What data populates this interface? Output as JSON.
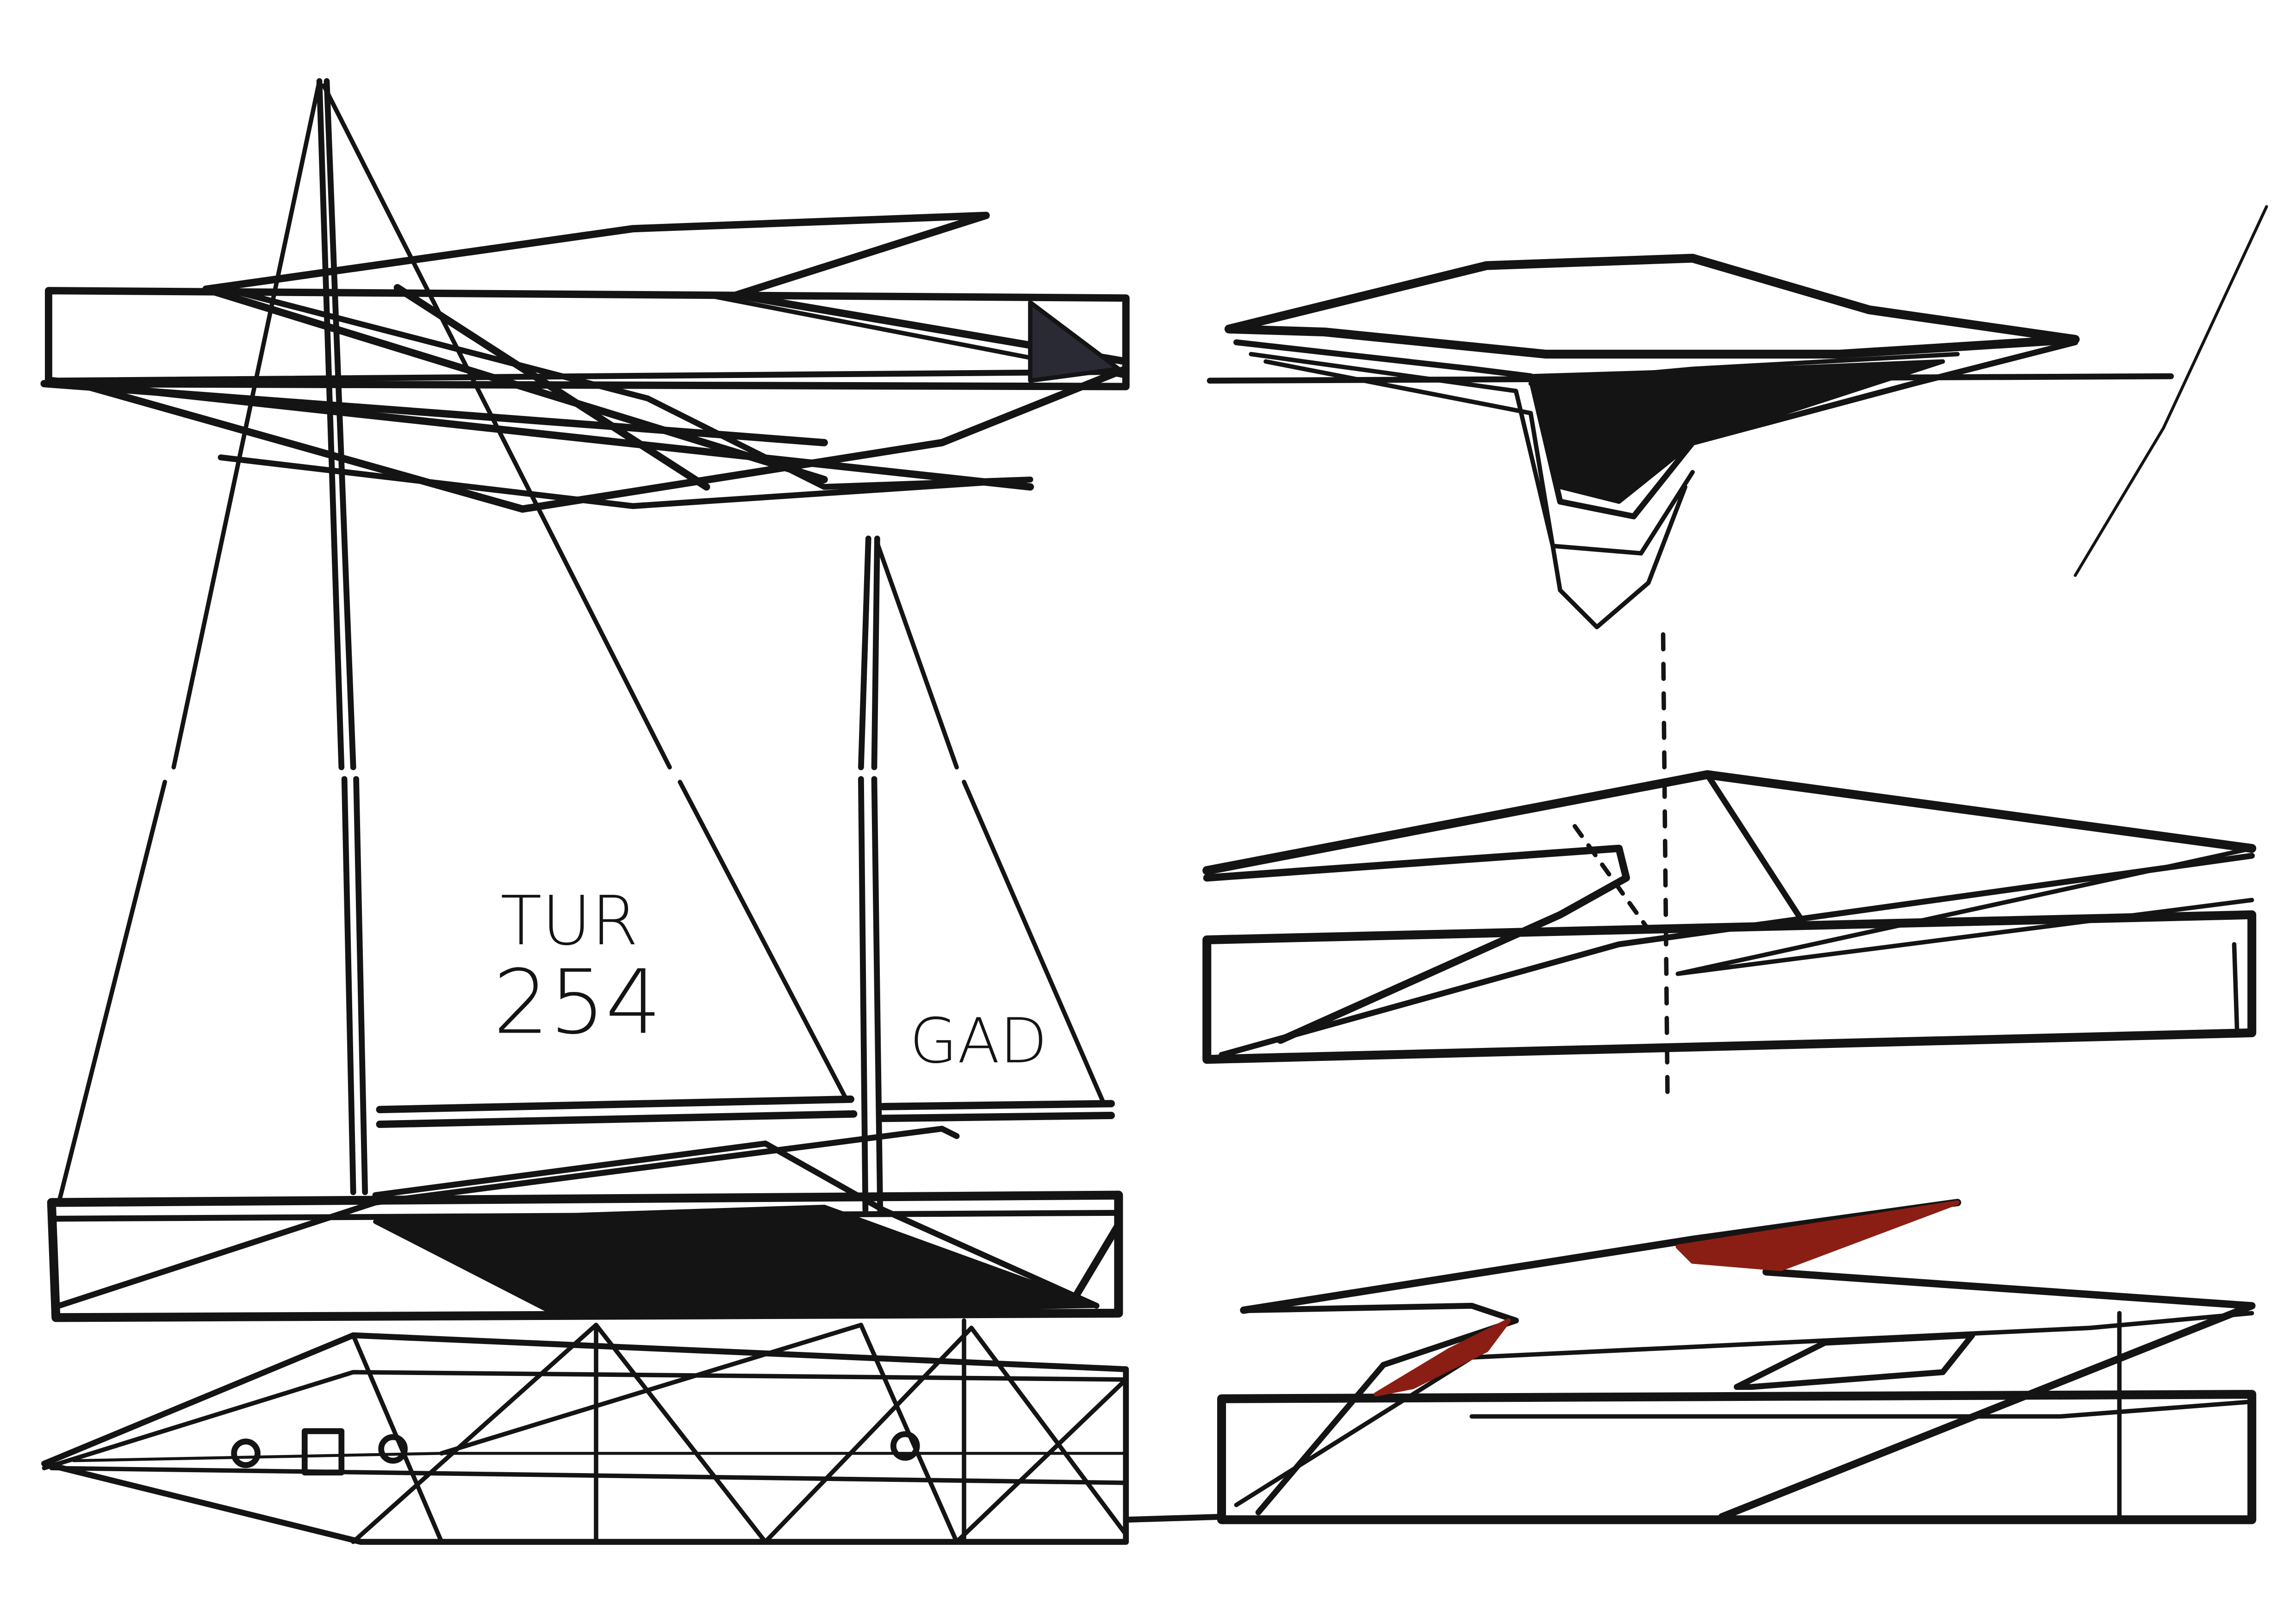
{
  "labels": {
    "sail_number_top": "TUR",
    "sail_number_bottom": "254",
    "jib_text": "GAD"
  },
  "colors": {
    "paper": "#ffffff",
    "ink": "#141414",
    "ink_soft": "#2a2a35",
    "accent_red": "#8b1e14"
  }
}
